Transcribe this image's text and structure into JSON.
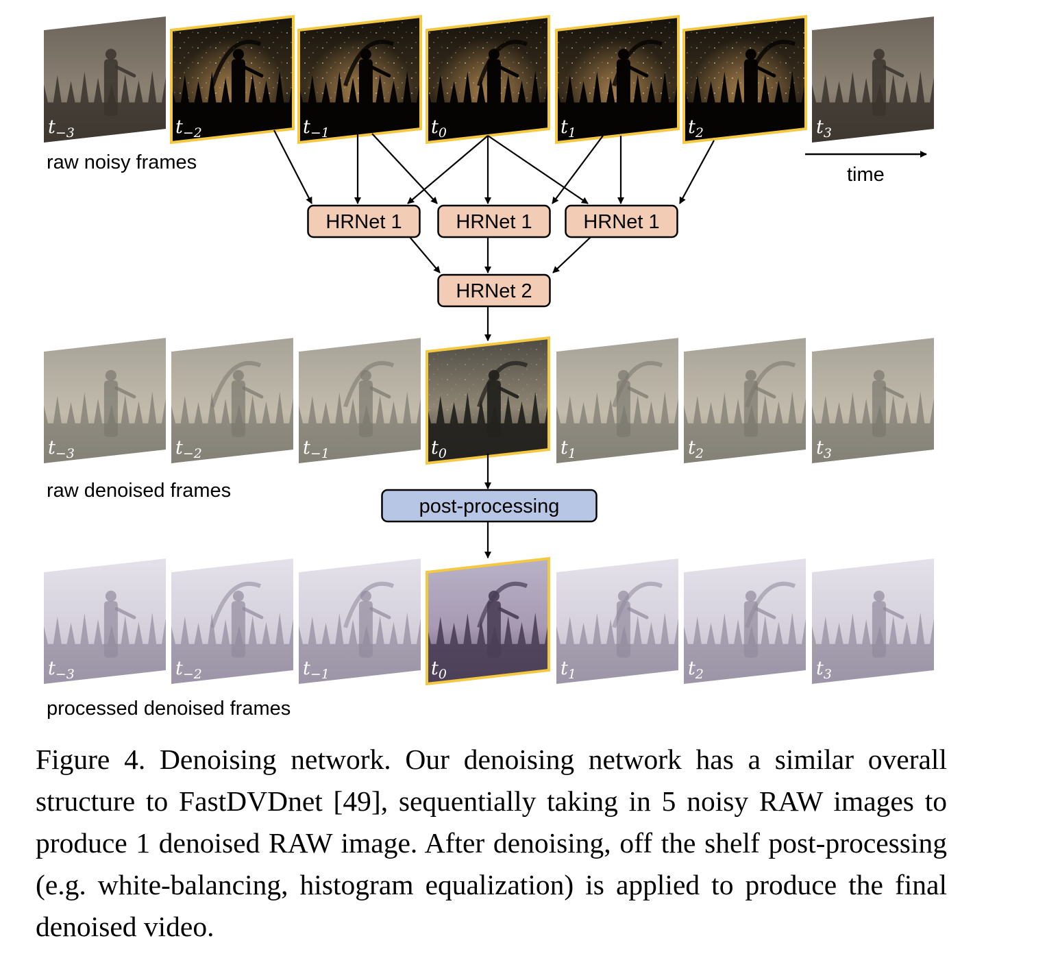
{
  "rows": [
    {
      "id": "raw-noisy",
      "label": "raw noisy frames",
      "style": "noisy"
    },
    {
      "id": "raw-denoised",
      "label": "raw denoised frames",
      "style": "denoised"
    },
    {
      "id": "processed-denoised",
      "label": "processed denoised frames",
      "style": "processed"
    }
  ],
  "frames": [
    {
      "base": "t",
      "sub": "−3"
    },
    {
      "base": "t",
      "sub": "−2"
    },
    {
      "base": "t",
      "sub": "−1"
    },
    {
      "base": "t",
      "sub": "0"
    },
    {
      "base": "t",
      "sub": "1"
    },
    {
      "base": "t",
      "sub": "2"
    },
    {
      "base": "t",
      "sub": "3"
    }
  ],
  "highlighted_frames": {
    "raw-noisy": [
      1,
      2,
      3,
      4,
      5
    ],
    "raw-denoised": [
      3
    ],
    "processed-denoised": [
      3
    ]
  },
  "time_axis_label": "time",
  "nodes": {
    "hrnet1": "HRNet 1",
    "hrnet2": "HRNet 2",
    "post_processing": "post-processing"
  },
  "colors": {
    "hrnet_fill": "#f2ccb4",
    "post_fill": "#b8c6e6",
    "highlight_border": "#f5c842"
  },
  "caption": "Figure 4. Denoising network. Our denoising network has a similar overall structure to FastDVDnet [49], sequentially taking in 5 noisy RAW images to produce 1 denoised RAW image. After denoising, off the shelf post-processing (e.g. white-balancing, histogram equalization) is applied to produce the final denoised video."
}
